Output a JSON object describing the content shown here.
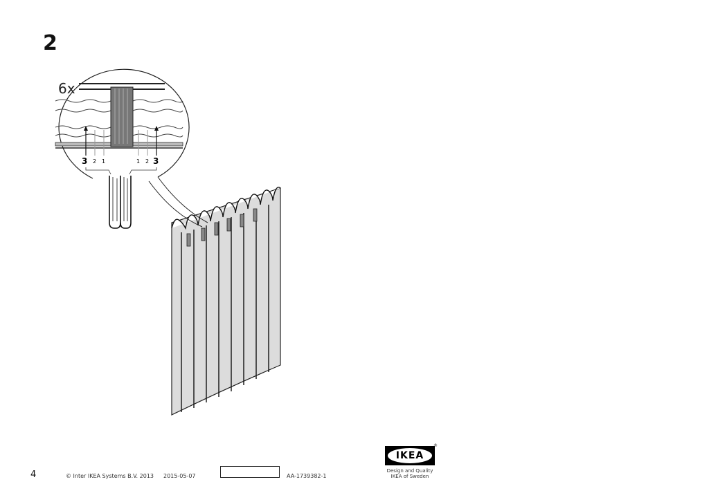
{
  "step": {
    "number": "2"
  },
  "detail": {
    "quantity_label": "6x",
    "left_positions": [
      "3",
      "2",
      "1"
    ],
    "right_positions": [
      "1",
      "2",
      "3"
    ]
  },
  "footer": {
    "page_number": "4",
    "copyright": "© Inter IKEA Systems B.V. 2013",
    "date": "2015-05-07",
    "document_id": "AA-1739382-1"
  },
  "brand": {
    "logo_text": "IKEA",
    "registered": "®",
    "tagline_line1": "Design and Quality",
    "tagline_line2": "IKEA of Sweden"
  }
}
